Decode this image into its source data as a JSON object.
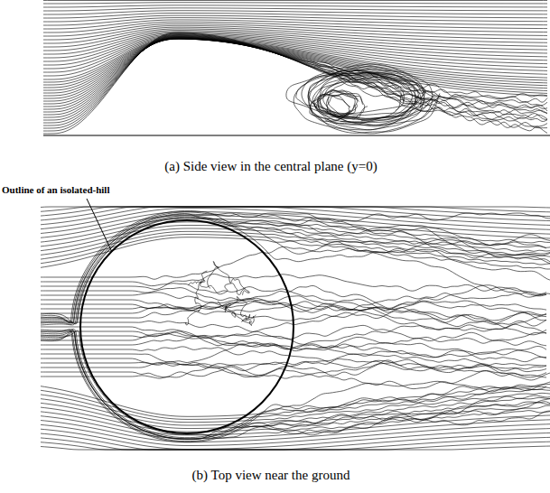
{
  "diagram": {
    "labels": [
      "(a) Side view in the central plane (y=0)",
      "Outline of an isolated-hill",
      "(b) Top view near the ground"
    ]
  }
}
